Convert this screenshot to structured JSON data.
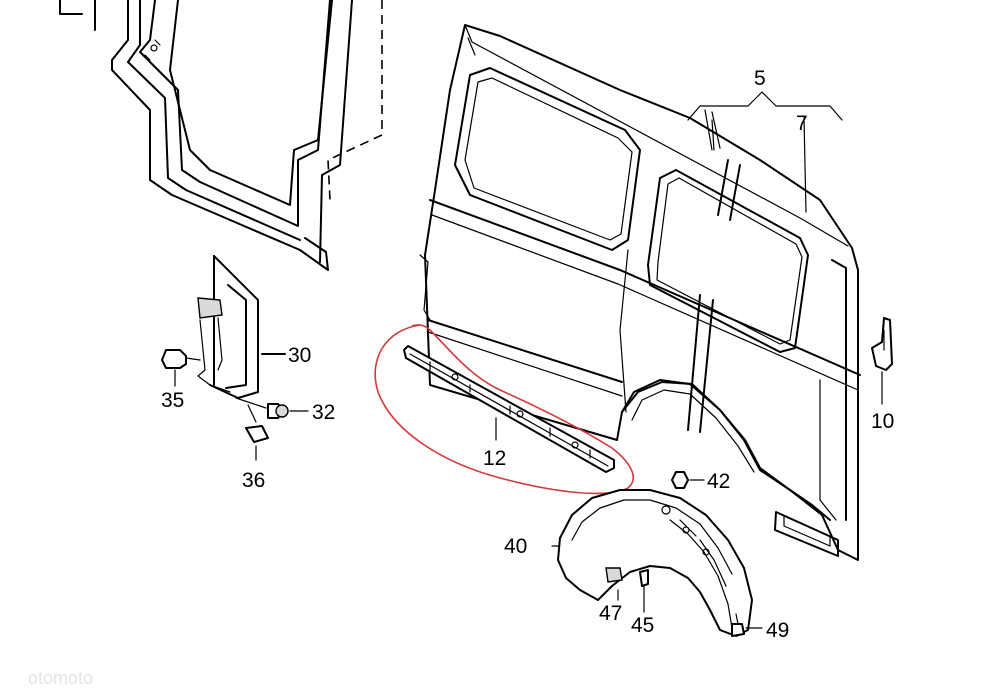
{
  "diagram": {
    "callouts": {
      "c5": "5",
      "c7": "7",
      "c10": "10",
      "c12": "12",
      "c30": "30",
      "c32": "32",
      "c35": "35",
      "c36": "36",
      "c40": "40",
      "c42": "42",
      "c45": "45",
      "c47": "47",
      "c49": "49"
    },
    "watermark": "otomoto",
    "highlight_color": "#d23a3a"
  }
}
